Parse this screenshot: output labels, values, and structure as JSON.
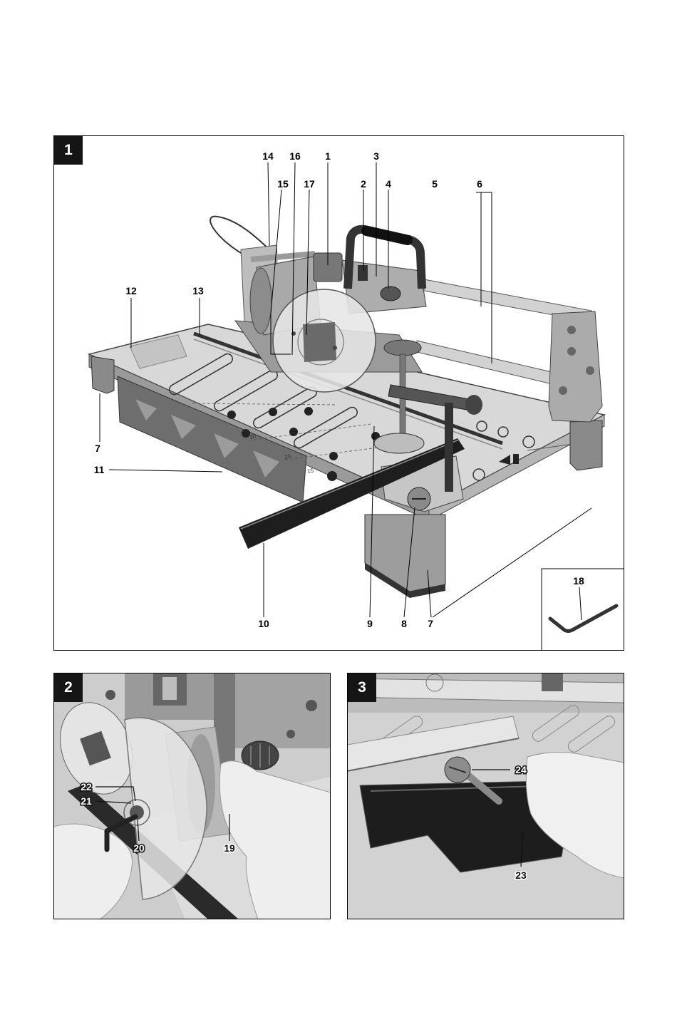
{
  "figure_1": {
    "label": "1",
    "callouts": {
      "c14": "14",
      "c16": "16",
      "c1": "1",
      "c3": "3",
      "c15": "15",
      "c17": "17",
      "c2": "2",
      "c4": "4",
      "c5": "5",
      "c6": "6",
      "c12": "12",
      "c13": "13",
      "c7a": "7",
      "c11": "11",
      "c10": "10",
      "c9": "9",
      "c8": "8",
      "c7b": "7"
    },
    "scale_marks": [
      "30",
      "20",
      "15"
    ],
    "inset_callout": "18"
  },
  "figure_2": {
    "label": "2",
    "callouts": {
      "c22": "22",
      "c21": "21",
      "c20": "20",
      "c19": "19"
    }
  },
  "figure_3": {
    "label": "3",
    "callouts": {
      "c24": "24",
      "c23": "23"
    }
  }
}
